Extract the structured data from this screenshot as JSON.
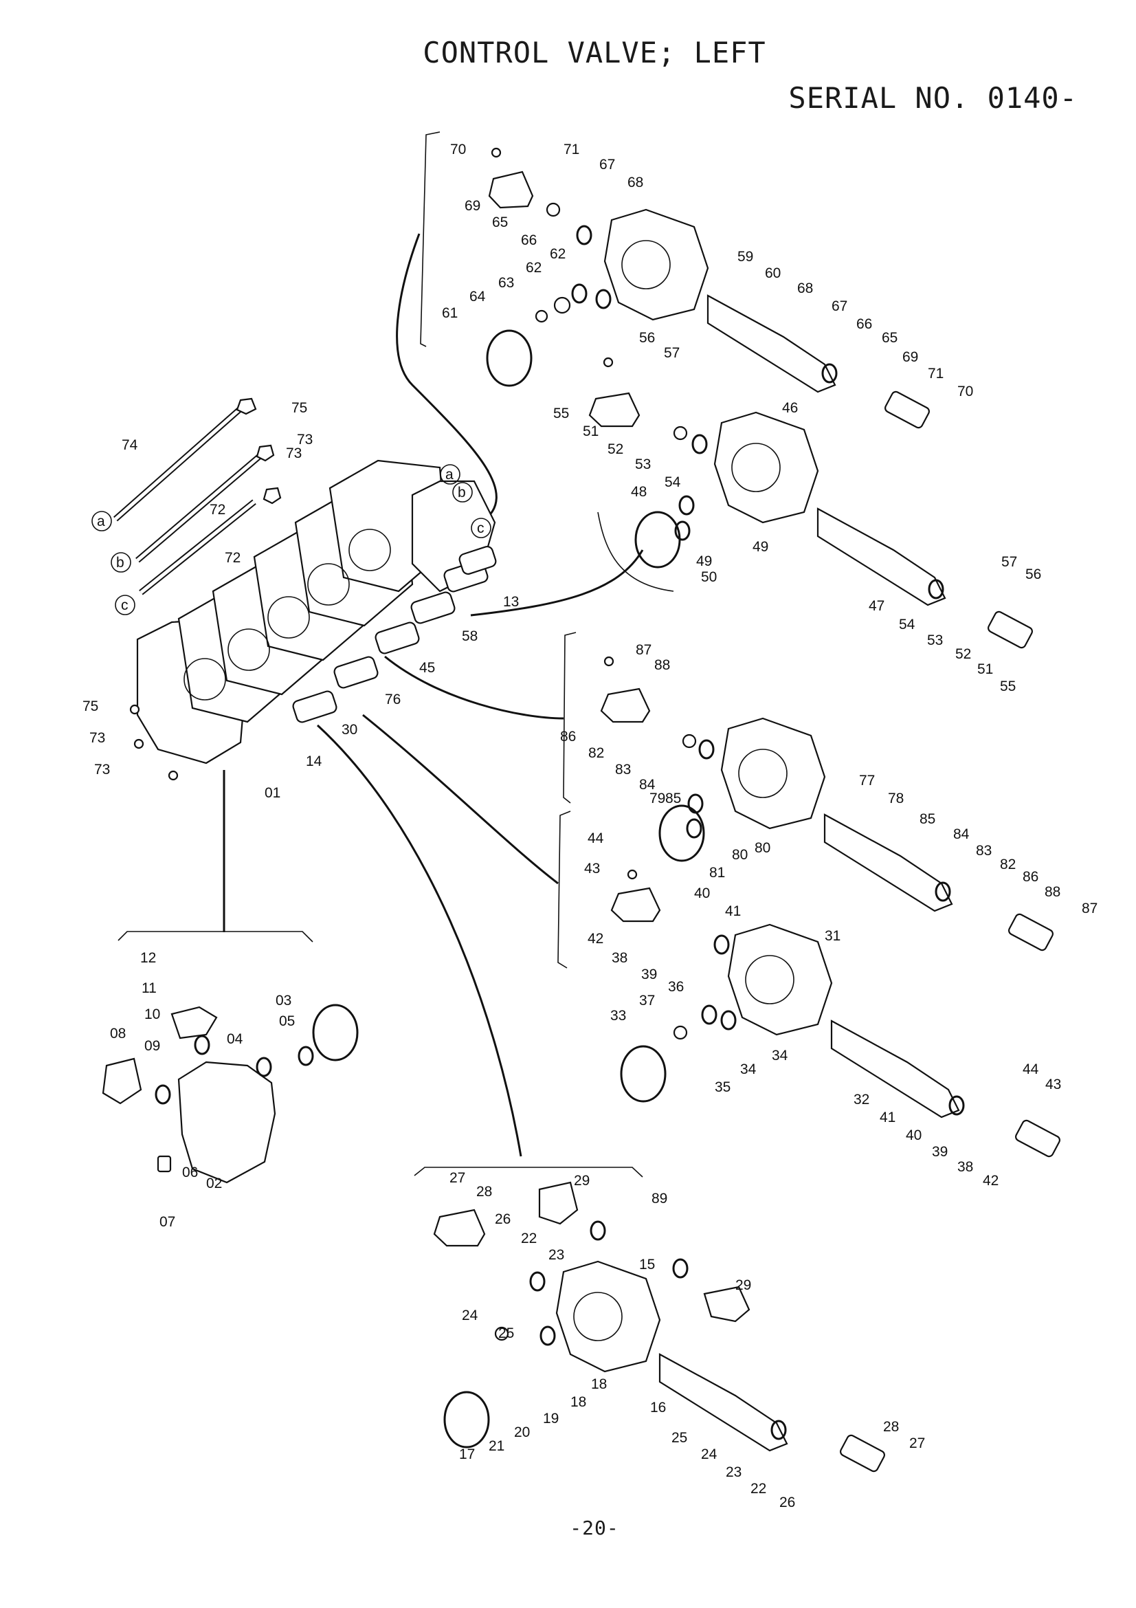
{
  "title": "CONTROL VALVE; LEFT",
  "serial": "SERIAL NO. 0140-",
  "page_number": "-20-",
  "callouts": {
    "s1": [
      "70",
      "71",
      "67",
      "68",
      "69",
      "65",
      "66",
      "62",
      "62",
      "63",
      "64",
      "61",
      "59",
      "60",
      "68",
      "67",
      "66",
      "65",
      "69",
      "71",
      "70"
    ],
    "s2": [
      "56",
      "57",
      "55",
      "51",
      "52",
      "53",
      "54",
      "46",
      "48",
      "49",
      "49",
      "50",
      "47",
      "54",
      "53",
      "52",
      "51",
      "55",
      "57",
      "56"
    ],
    "main": [
      "75",
      "74",
      "73",
      "73",
      "72",
      "72",
      "13",
      "58",
      "45",
      "76",
      "30",
      "14",
      "01",
      "75",
      "73",
      "73"
    ],
    "s3": [
      "87",
      "88",
      "86",
      "82",
      "83",
      "84",
      "85",
      "77",
      "78",
      "79",
      "80",
      "80",
      "81",
      "85",
      "84",
      "83",
      "82",
      "86",
      "88",
      "87"
    ],
    "s4": [
      "44",
      "43",
      "42",
      "38",
      "39",
      "40",
      "41",
      "31",
      "37",
      "36",
      "33",
      "34",
      "34",
      "35",
      "32",
      "41",
      "40",
      "39",
      "38",
      "42",
      "44",
      "43"
    ],
    "s5": [
      "12",
      "11",
      "10",
      "09",
      "08",
      "04",
      "05",
      "03",
      "02",
      "06",
      "07"
    ],
    "s6": [
      "27",
      "28",
      "26",
      "29",
      "89",
      "22",
      "23",
      "24",
      "25",
      "15",
      "29",
      "18",
      "18",
      "19",
      "20",
      "21",
      "17",
      "16",
      "25",
      "24",
      "23",
      "22",
      "26",
      "28",
      "27"
    ]
  },
  "port_marks": [
    "a",
    "b",
    "c",
    "a",
    "b",
    "c"
  ]
}
